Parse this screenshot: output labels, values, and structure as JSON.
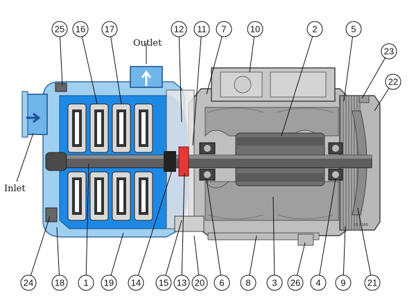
{
  "diagram": {
    "labels": {
      "outlet": "Outlet",
      "inlet": "Inlet",
      "small_mark": "18 / 180"
    },
    "callouts": [
      "25",
      "16",
      "17",
      "12",
      "11",
      "7",
      "10",
      "2",
      "5",
      "23",
      "22",
      "24",
      "18",
      "1",
      "19",
      "14",
      "15",
      "13",
      "20",
      "6",
      "8",
      "3",
      "26",
      "4",
      "9",
      "21"
    ]
  }
}
